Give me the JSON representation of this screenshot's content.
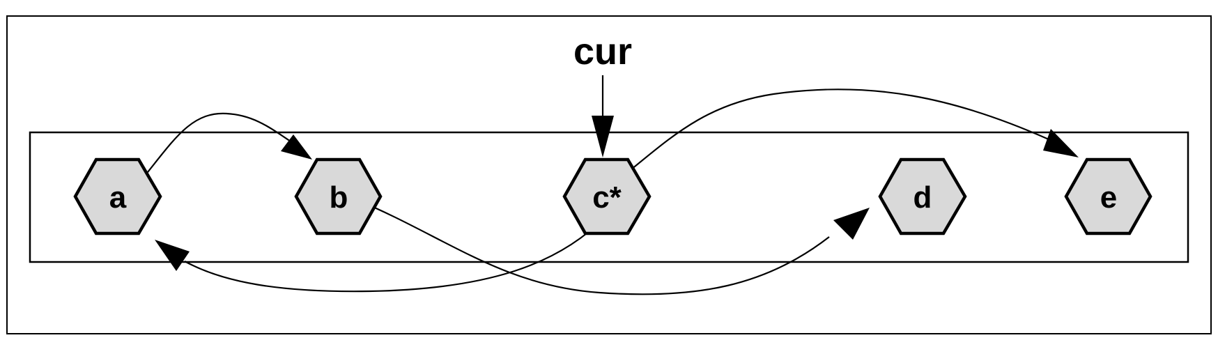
{
  "diagram": {
    "pointer": {
      "label": "cur",
      "target": "c"
    },
    "nodes": [
      {
        "id": "a",
        "label": "a"
      },
      {
        "id": "b",
        "label": "b"
      },
      {
        "id": "c",
        "label": "c*"
      },
      {
        "id": "d",
        "label": "d"
      },
      {
        "id": "e",
        "label": "e"
      }
    ],
    "edges": [
      {
        "from": "a",
        "to": "b"
      },
      {
        "from": "b",
        "to": "d"
      },
      {
        "from": "c",
        "to": "a"
      },
      {
        "from": "c",
        "to": "e"
      }
    ],
    "colors": {
      "node_fill": "#d9d9d9",
      "stroke": "#000000",
      "background": "#ffffff"
    }
  }
}
